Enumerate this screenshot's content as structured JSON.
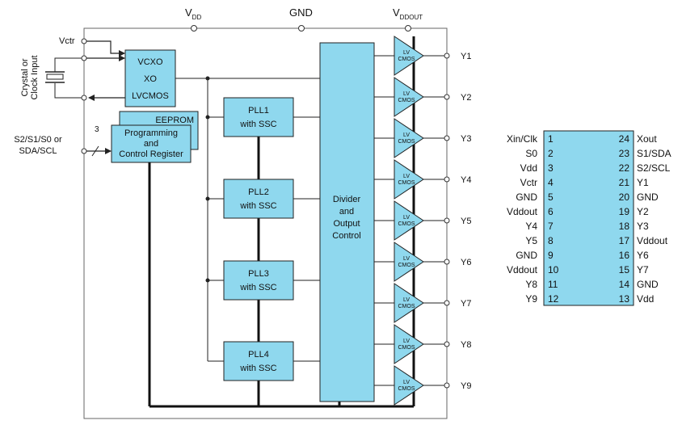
{
  "colors": {
    "fill": "#8FD8EE",
    "stroke": "#222222",
    "frame": "#555555",
    "wire": "#222222"
  },
  "rails": {
    "vdd_main": "V",
    "vdd_sub": "DD",
    "gnd": "GND",
    "vddout_main": "V",
    "vddout_sub": "DDOUT"
  },
  "inputs": {
    "vctr": "Vctr",
    "crystal_line1": "Crystal or",
    "crystal_line2": "Clock Input",
    "serial_line1": "S2/S1/S0 or",
    "serial_line2": "SDA/SCL",
    "bus_width": "3"
  },
  "blocks": {
    "osc": [
      "VCXO",
      "XO",
      "LVCMOS"
    ],
    "eeprom": "EEPROM",
    "prog": [
      "Programming",
      "and",
      "Control Register"
    ],
    "pll": [
      [
        "PLL1",
        "with SSC"
      ],
      [
        "PLL2",
        "with SSC"
      ],
      [
        "PLL3",
        "with SSC"
      ],
      [
        "PLL4",
        "with SSC"
      ]
    ],
    "divider": [
      "Divider",
      "and",
      "Output",
      "Control"
    ]
  },
  "buffers": {
    "line1": "LV",
    "line2": "CMOS"
  },
  "outputs": [
    "Y1",
    "Y2",
    "Y3",
    "Y4",
    "Y5",
    "Y6",
    "Y7",
    "Y8",
    "Y9"
  ],
  "pinout": {
    "left": [
      {
        "name": "Xin/Clk",
        "num": "1"
      },
      {
        "name": "S0",
        "num": "2"
      },
      {
        "name": "Vdd",
        "num": "3"
      },
      {
        "name": "Vctr",
        "num": "4"
      },
      {
        "name": "GND",
        "num": "5"
      },
      {
        "name": "Vddout",
        "num": "6"
      },
      {
        "name": "Y4",
        "num": "7"
      },
      {
        "name": "Y5",
        "num": "8"
      },
      {
        "name": "GND",
        "num": "9"
      },
      {
        "name": "Vddout",
        "num": "10"
      },
      {
        "name": "Y8",
        "num": "11"
      },
      {
        "name": "Y9",
        "num": "12"
      }
    ],
    "right": [
      {
        "num": "24",
        "name": "Xout"
      },
      {
        "num": "23",
        "name": "S1/SDA"
      },
      {
        "num": "22",
        "name": "S2/SCL"
      },
      {
        "num": "21",
        "name": "Y1"
      },
      {
        "num": "20",
        "name": "GND"
      },
      {
        "num": "19",
        "name": "Y2"
      },
      {
        "num": "18",
        "name": "Y3"
      },
      {
        "num": "17",
        "name": "Vddout"
      },
      {
        "num": "16",
        "name": "Y6"
      },
      {
        "num": "15",
        "name": "Y7"
      },
      {
        "num": "14",
        "name": "GND"
      },
      {
        "num": "13",
        "name": "Vdd"
      }
    ]
  }
}
